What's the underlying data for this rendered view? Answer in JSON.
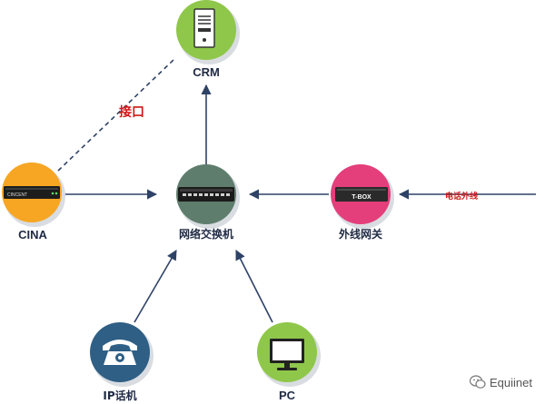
{
  "nodes": {
    "crm": {
      "label": "CRM",
      "color": "#8fc74a",
      "icon": "server-tower-icon"
    },
    "switch": {
      "label": "网络交换机",
      "color": "#5f7d6d",
      "icon": "network-switch-icon"
    },
    "cina": {
      "label": "CINA",
      "color": "#f6a623",
      "icon": "rack-device-icon",
      "device_text": "CINCENT"
    },
    "gateway": {
      "label": "外线网关",
      "color": "#e43e7b",
      "icon": "t-box-icon",
      "device_text": "T-BOX"
    },
    "ipphone": {
      "label": "IP话机",
      "color": "#2f5f85",
      "icon": "telephone-icon"
    },
    "pc": {
      "label": "PC",
      "color": "#8fc74a",
      "icon": "monitor-icon"
    }
  },
  "edge_labels": {
    "interface": "接口",
    "external_call": "电话外线"
  },
  "watermark": {
    "text": "Equiinet",
    "icon": "wechat-icon"
  },
  "colors": {
    "edge": "#2e4266",
    "label_text": "#1f2a44",
    "red_text": "#d01818",
    "shadow": "#d9dde2"
  }
}
